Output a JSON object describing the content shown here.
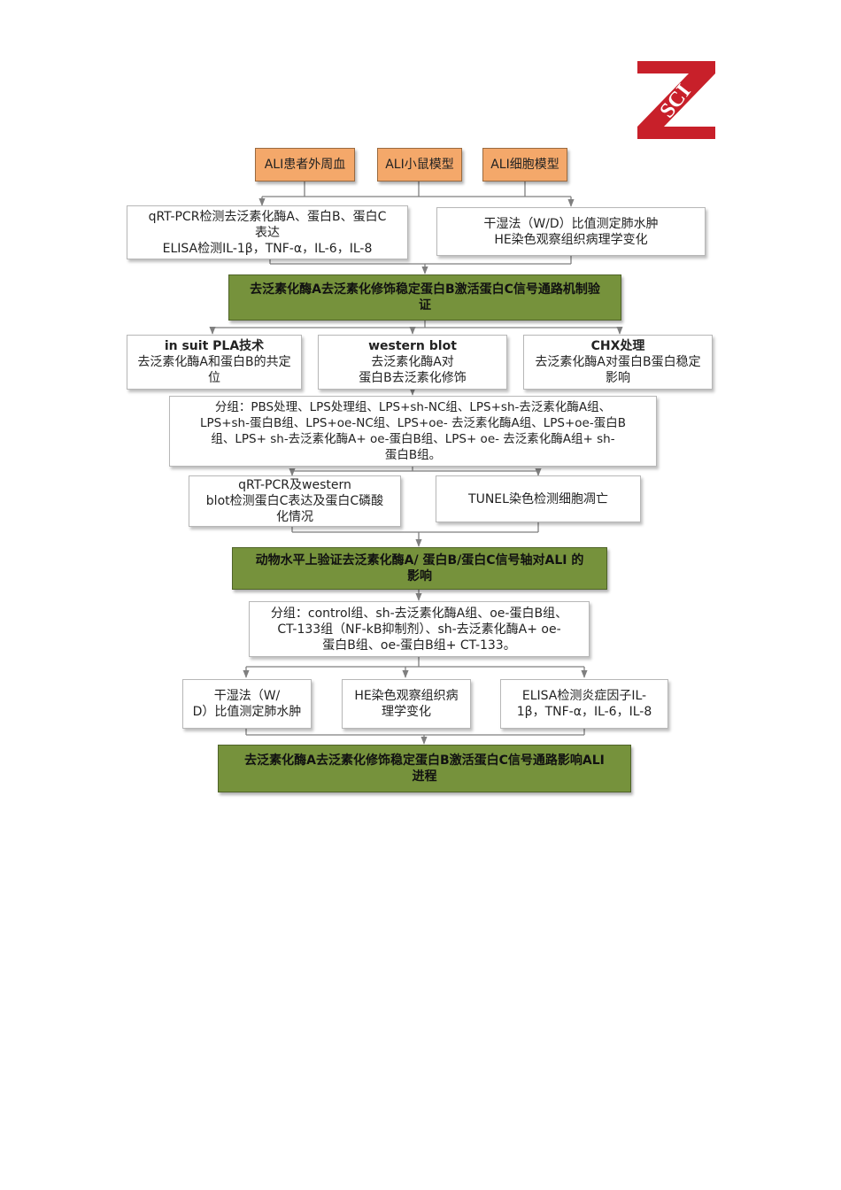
{
  "sources": {
    "patients": "ALI患者外周血",
    "mice": "ALI小鼠模型",
    "cells": "ALI细胞模型"
  },
  "detect1": {
    "line1": "qRT-PCR检测去泛素化酶A、蛋白B、蛋白C",
    "line2": "表达",
    "line3": "ELISA检测IL-1β，TNF-α，IL-6，IL-8"
  },
  "detect2": {
    "line1": "干湿法（W/D）比值测定肺水肿",
    "line2": "HE染色观察组织病理学变化"
  },
  "mechanism": {
    "line1": "去泛素化酶A去泛素化修饰稳定蛋白B激活蛋白C信号通路机制验",
    "line2": "证"
  },
  "pla": {
    "title": "in suit PLA技术",
    "line1": "去泛素化酶A和蛋白B的共定",
    "line2": "位"
  },
  "western": {
    "title": "western blot",
    "line1": "去泛素化酶A对",
    "line2": "蛋白B去泛素化修饰"
  },
  "chx": {
    "title": "CHX处理",
    "line1": "去泛素化酶A对蛋白B蛋白稳定",
    "line2": "影响"
  },
  "cell_groups": {
    "line1": "分组：PBS处理、LPS处理组、LPS+sh-NC组、LPS+sh-去泛素化酶A组、",
    "line2": "LPS+sh-蛋白B组、LPS+oe-NC组、LPS+oe- 去泛素化酶A组、LPS+oe-蛋白B",
    "line3": "组、LPS+ sh-去泛素化酶A+ oe-蛋白B组、LPS+ oe- 去泛素化酶A组+ sh-",
    "line4": "蛋白B组。"
  },
  "qrt_western": {
    "line1": "qRT-PCR及western",
    "line2": "blot检测蛋白C表达及蛋白C磷酸",
    "line3": "化情况"
  },
  "tunel": "TUNEL染色检测细胞凋亡",
  "animal": {
    "line1": "动物水平上验证去泛素化酶A/ 蛋白B/蛋白C信号轴对ALI 的",
    "line2": "影响"
  },
  "animal_groups": {
    "line1": "分组：control组、sh-去泛素化酶A组、oe-蛋白B组、",
    "line2": "CT-133组（NF-kB抑制剂）、sh-去泛素化酶A+ oe-",
    "line3": "蛋白B组、oe-蛋白B组+ CT-133。"
  },
  "final_tests": {
    "wd": {
      "line1": "干湿法（W/",
      "line2": "D）比值测定肺水肿"
    },
    "he": {
      "line1": "HE染色观察组织病",
      "line2": "理学变化"
    },
    "elisa": {
      "line1": "ELISA检测炎症因子IL-",
      "line2": "1β，TNF-α，IL-6，IL-8"
    }
  },
  "conclusion": {
    "line1": "去泛素化酶A去泛素化修饰稳定蛋白B激活蛋白C信号通路影响ALI",
    "line2": "进程"
  },
  "logo": {
    "text": "SCI",
    "color": "#c8202a"
  },
  "colors": {
    "orange": "#f4a86a",
    "green": "#76923c",
    "line": "#7f7f7f"
  }
}
